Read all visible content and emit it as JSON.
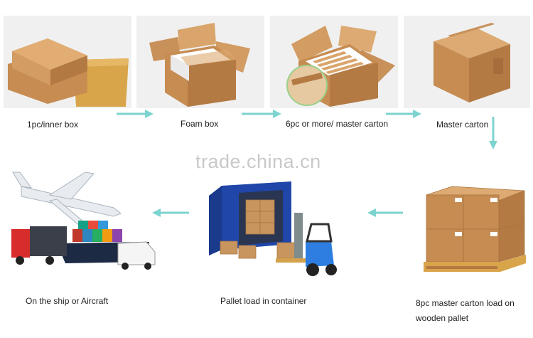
{
  "steps": [
    {
      "label": "1pc/inner box"
    },
    {
      "label": "Foam box"
    },
    {
      "label": "6pc or more/ master carton"
    },
    {
      "label": "Master carton"
    },
    {
      "label": "8pc master carton load on wooden pallet"
    },
    {
      "label": "Pallet load in container"
    },
    {
      "label": "On the ship or Aircraft"
    }
  ],
  "watermark": "trade.china.cn",
  "colors": {
    "arrow": "#7dd3cf",
    "cardboard": "#c9955e",
    "cardboard_dark": "#a9743f",
    "panel_bg": "#f1f1f1"
  }
}
